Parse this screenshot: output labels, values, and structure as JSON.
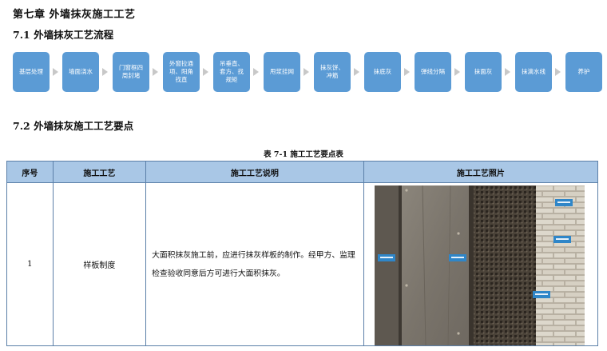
{
  "chapter": {
    "title": "第七章  外墙抹灰施工工艺"
  },
  "section1": {
    "title": "7.1 外墙抹灰工艺流程"
  },
  "flow": {
    "steps": [
      "基层处理",
      "墙面浇水",
      "门窗框四\n周封堵",
      "外窗拉通\n项、阳角\n找直",
      "吊垂直、\n套方、找\n规矩",
      "甩浆挂网",
      "抹灰饼、\n冲筋",
      "抹底灰",
      "弹线分隔",
      "抹面灰",
      "抹滴水线",
      "养护"
    ],
    "colors": {
      "box": "#5b9bd5",
      "arrow": "#c8c8c8"
    }
  },
  "section2": {
    "title": "7.2 外墙抹灰施工工艺要点"
  },
  "table": {
    "caption": "表 7-1 施工工艺要点表",
    "headers": [
      "序号",
      "施工工艺",
      "施工工艺说明",
      "施工工艺照片"
    ],
    "rows": [
      {
        "seq": "1",
        "process": "样板制度",
        "description": "大面积抹灰施工前，应进行抹灰样板的制作。经甲方、监理检查验收同意后方可进行大面积抹灰。",
        "photo": "plaster-sample-wall-photo"
      }
    ],
    "header_color": "#a9c7e6"
  }
}
